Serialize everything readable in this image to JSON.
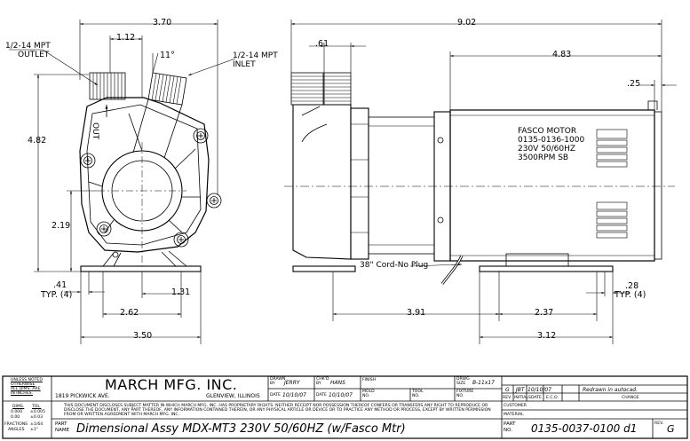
{
  "dims": {
    "overall_side": "9.02",
    "overall_front": "3.70",
    "port_offset": "1.12",
    "angle": "11°",
    "height": "4.82",
    "center_height": "2.19",
    "foot_front": ".41",
    "foot_front_typ": "TYP. (4)",
    "hole_spacing_front": "1.31",
    "foot_span_front": "2.62",
    "base_front": "3.50",
    "pump_depth": ".61",
    "motor_len": "4.83",
    "motor_end": ".25",
    "pump_to_holes": "3.91",
    "hole_spacing_side": "2.37",
    "base_side": "3.12",
    "foot_side": ".28",
    "foot_side_typ": "TYP. (4)"
  },
  "labels": {
    "outlet_l1": "1/2-14 MPT",
    "outlet_l2": "OUTLET",
    "inlet_l1": "1/2-14 MPT",
    "inlet_l2": "INLET",
    "out_arrow": "OUT",
    "cord": "38\" Cord-No Plug",
    "motor_l1": "FASCO MOTOR",
    "motor_l2": "0135-0136-1000",
    "motor_l3": "230V 50/60HZ",
    "motor_l4": "3500RPM SB"
  },
  "title_block": {
    "tol_l1": "UNLESS NOTED",
    "tol_l2": "OTHERWISE",
    "tol_l3": "ALL DIMS. ARE",
    "tol_l4": "IN INCHES.",
    "dims_hdr": "DIMS.",
    "tol_hdr": "TOL.",
    "d1": "0.000",
    "t1": "±0.005",
    "d2": "0.00",
    "t2": "±0.03",
    "frac_lbl": "FRACTIONS",
    "frac_val": "±1/64",
    "ang_lbl": "ANGLES",
    "ang_val": "±1°",
    "company": "MARCH MFG. INC.",
    "address": "1819 PICKWICK AVE.",
    "city": "GLENVIEW, ILLINOIS",
    "drawn_by_lbl": "DRAWN BY",
    "drawn_by": "JERRY",
    "chkd_by_lbl": "CHK'D BY",
    "chkd_by": "HANS",
    "date_lbl": "DATE",
    "date1": "10/10/07",
    "date2": "10/10/07",
    "finish_lbl": "FINISH",
    "mold_lbl": "MOLD NO.",
    "tool_lbl": "TOOL NO.",
    "dwg_size_lbl": "DRWG SIZE",
    "dwg_size": "B-11x17",
    "fixture_lbl": "FIXTURE NO.",
    "disclaimer_l1": "THIS DOCUMENT DISCLOSES SUBJECT MATTER IN WHICH MARCH MFG. INC. HAS PROPRIETARY RIGHTS. NEITHER RECEIPT NOR POSSESSION THEREOF CONFERS OR TRANSFERS ANY RIGHT TO REPRODUCE OR",
    "disclaimer_l2": "DISCLOSE THE DOCUMENT, ANY PART THEREOF, ANY INFORMATION CONTAINED THEREIN, OR ANY PHYSICAL ARTICLE OR DEVICE OR TO PRACTICE ANY METHOD OR PROCESS, EXCEPT BY WRITTEN PERMISSION",
    "disclaimer_l3": "FROM OR WRITTEN AGREEMENT WITH MARCH MFG. INC.",
    "part_name_lbl1": "PART",
    "part_name_lbl2": "NAME",
    "part_name": "Dimensional Assy MDX-MT3 230V 50/60HZ (w/Fasco Mtr)",
    "rev_row": {
      "rev": "G",
      "initials": "JBT",
      "date": "10/10/07",
      "change": "Redrawn in autocad."
    },
    "rev_hdr": "REV.",
    "initials_hdr": "INITIALS",
    "date_hdr": "DATE",
    "eco_hdr": "E.C.O.",
    "change_hdr": "CHANGE",
    "customer_lbl": "CUSTOMER",
    "material_lbl": "MATERIAL",
    "part_no_lbl1": "PART",
    "part_no_lbl2": "NO.",
    "part_no": "0135-0037-0100 d1",
    "rev_lbl": "REV.",
    "rev_val": "G"
  }
}
